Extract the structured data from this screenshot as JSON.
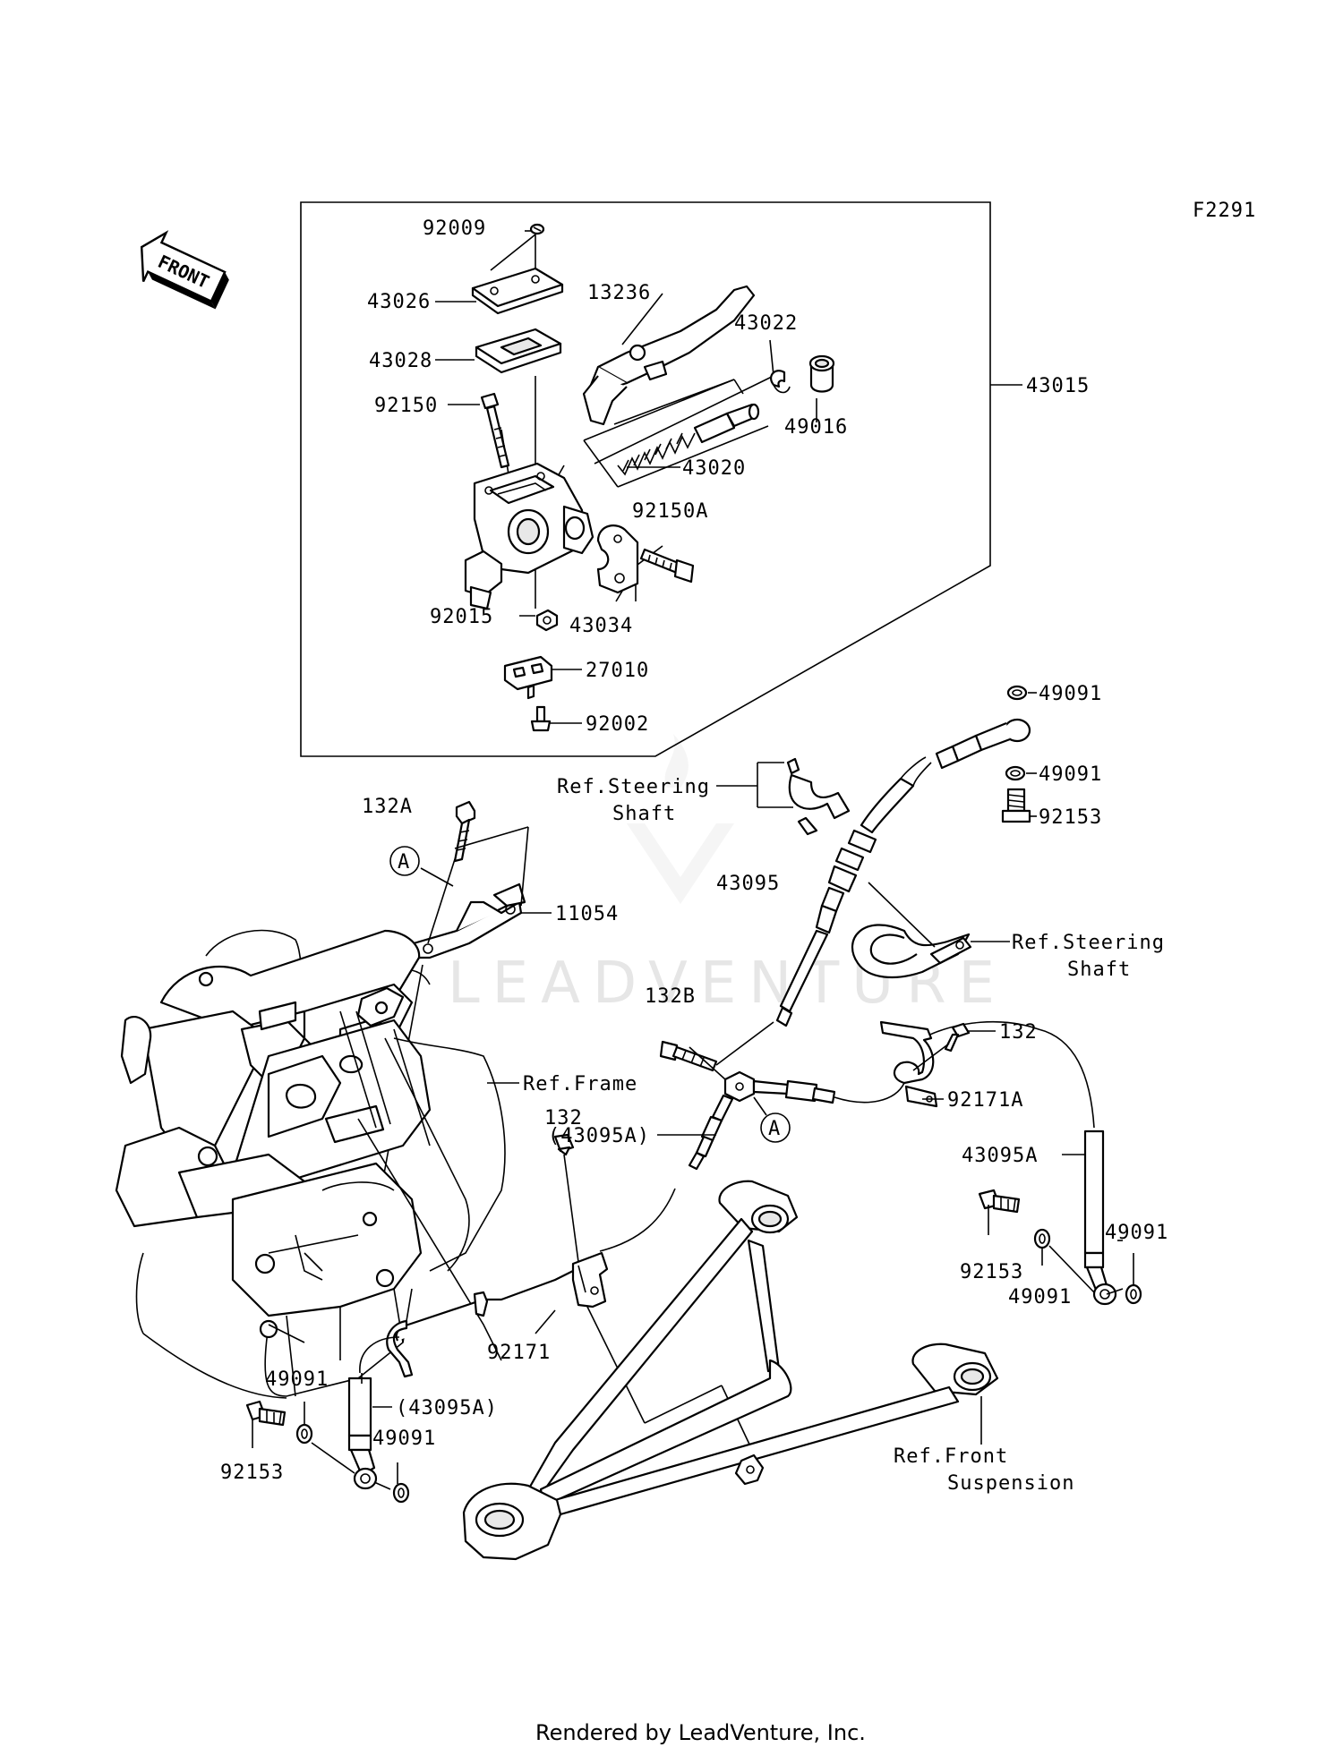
{
  "figure_code": "F2291",
  "front_label": "FRONT",
  "watermark": "LEADVENTURE",
  "footer": "Rendered by LeadVenture, Inc.",
  "callouts": {
    "c92009": "92009",
    "c43026": "43026",
    "c43028": "43028",
    "c92150": "92150",
    "c13236": "13236",
    "c43022": "43022",
    "c49016": "49016",
    "c43015": "43015",
    "c43020": "43020",
    "c92150A": "92150A",
    "c92015": "92015",
    "c43034": "43034",
    "c27010": "27010",
    "c92002": "92002",
    "c49091_a": "49091",
    "c49091_b": "49091",
    "c92153_a": "92153",
    "c132A": "132A",
    "c11054": "11054",
    "c43095": "43095",
    "c132B": "132B",
    "c132_a": "132",
    "c92171A": "92171A",
    "c43095A_p": "(43095A)",
    "c43095A": "43095A",
    "c132_b": "132",
    "c49091_c": "49091",
    "c92153_b": "92153",
    "c49091_d": "49091",
    "c92171": "92171",
    "c49091_e": "49091",
    "c43095A_p2": "(43095A)",
    "c49091_f": "49091",
    "c92153_c": "92153",
    "refA_1": "A",
    "refA_2": "A"
  },
  "references": {
    "steering_1_line1": "Ref.Steering",
    "steering_1_line2": "Shaft",
    "steering_2_line1": "Ref.Steering",
    "steering_2_line2": "Shaft",
    "frame": "Ref.Frame",
    "suspension_line1": "Ref.Front",
    "suspension_line2": "Suspension"
  }
}
